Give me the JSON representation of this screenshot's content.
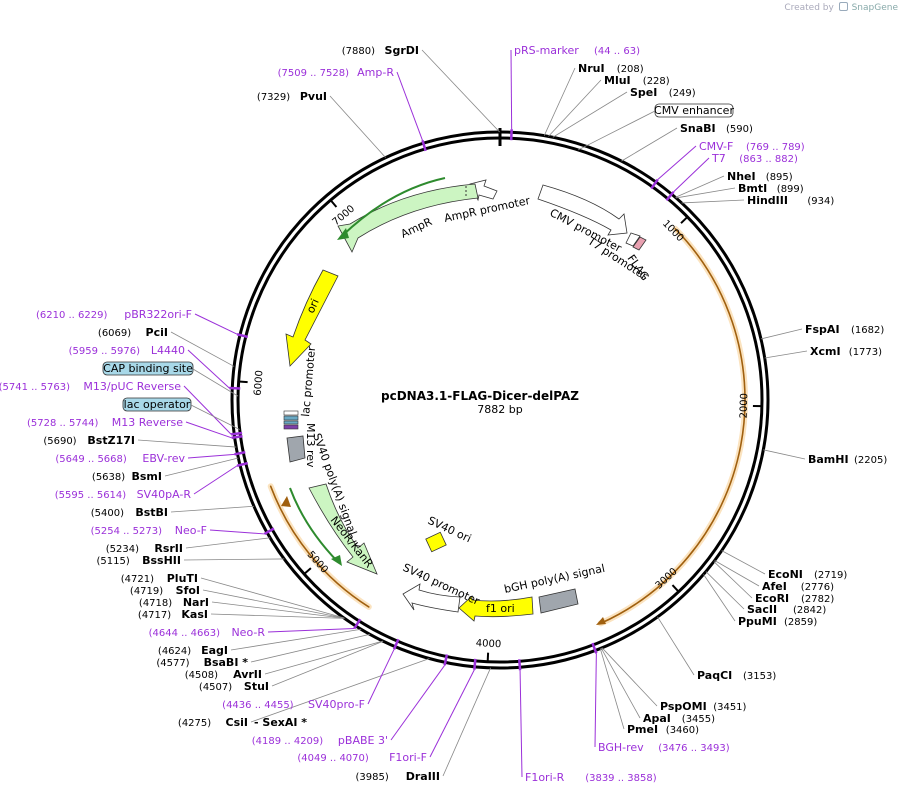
{
  "watermark": {
    "prefix": "Created by",
    "brand": "SnapGene"
  },
  "plasmid": {
    "name": "pcDNA3.1-FLAG-Dicer-delPAZ",
    "size_label": "7882 bp",
    "length": 7882
  },
  "ticks": [
    {
      "label": "1000",
      "bp": 1000
    },
    {
      "label": "2000",
      "bp": 2000
    },
    {
      "label": "3000",
      "bp": 3000
    },
    {
      "label": "4000",
      "bp": 4000
    },
    {
      "label": "5000",
      "bp": 5000
    },
    {
      "label": "6000",
      "bp": 6000
    },
    {
      "label": "7000",
      "bp": 7000
    }
  ],
  "enzymes": [
    {
      "name": "SgrDI",
      "pos": "(7880)",
      "bp": 7880
    },
    {
      "name": "NruI",
      "pos": "(208)",
      "bp": 208
    },
    {
      "name": "MluI",
      "pos": "(228)",
      "bp": 228
    },
    {
      "name": "SpeI",
      "pos": "(249)",
      "bp": 249
    },
    {
      "name": "SnaBI",
      "pos": "(590)",
      "bp": 590
    },
    {
      "name": "NheI",
      "pos": "(895)",
      "bp": 895
    },
    {
      "name": "BmtI",
      "pos": "(899)",
      "bp": 899
    },
    {
      "name": "HindIII",
      "pos": "(934)",
      "bp": 934
    },
    {
      "name": "FspAI",
      "pos": "(1682)",
      "bp": 1682
    },
    {
      "name": "XcmI",
      "pos": "(1773)",
      "bp": 1773
    },
    {
      "name": "BamHI",
      "pos": "(2205)",
      "bp": 2205
    },
    {
      "name": "EcoNI",
      "pos": "(2719)",
      "bp": 2719
    },
    {
      "name": "AfeI",
      "pos": "(2776)",
      "bp": 2776
    },
    {
      "name": "EcoRI",
      "pos": "(2782)",
      "bp": 2782
    },
    {
      "name": "SacII",
      "pos": "(2842)",
      "bp": 2842
    },
    {
      "name": "PpuMI",
      "pos": "(2859)",
      "bp": 2859
    },
    {
      "name": "PaqCI",
      "pos": "(3153)",
      "bp": 3153
    },
    {
      "name": "PspOMI",
      "pos": "(3451)",
      "bp": 3451
    },
    {
      "name": "ApaI",
      "pos": "(3455)",
      "bp": 3455
    },
    {
      "name": "PmeI",
      "pos": "(3460)",
      "bp": 3460
    },
    {
      "name": "DraIII",
      "pos": "(3985)",
      "bp": 3985
    },
    {
      "name": "CsiI",
      "pos": "(4275)",
      "bp": 4275,
      "extra": "- SexAI *"
    },
    {
      "name": "StuI",
      "pos": "(4507)",
      "bp": 4507
    },
    {
      "name": "AvrII",
      "pos": "(4508)",
      "bp": 4508
    },
    {
      "name": "BsaBI *",
      "pos": "(4577)",
      "bp": 4577
    },
    {
      "name": "EagI",
      "pos": "(4624)",
      "bp": 4624
    },
    {
      "name": "KasI",
      "pos": "(4717)",
      "bp": 4717
    },
    {
      "name": "NarI",
      "pos": "(4718)",
      "bp": 4718
    },
    {
      "name": "SfoI",
      "pos": "(4719)",
      "bp": 4719
    },
    {
      "name": "PluTI",
      "pos": "(4721)",
      "bp": 4721
    },
    {
      "name": "BssHII",
      "pos": "(5115)",
      "bp": 5115
    },
    {
      "name": "RsrII",
      "pos": "(5234)",
      "bp": 5234
    },
    {
      "name": "BstBI",
      "pos": "(5400)",
      "bp": 5400
    },
    {
      "name": "BsmI",
      "pos": "(5638)",
      "bp": 5638
    },
    {
      "name": "BstZ17I",
      "pos": "(5690)",
      "bp": 5690
    },
    {
      "name": "PciI",
      "pos": "(6069)",
      "bp": 6069
    },
    {
      "name": "PvuI",
      "pos": "(7329)",
      "bp": 7329
    }
  ],
  "primers": [
    {
      "name": "pRS-marker",
      "pos": "(44 .. 63)",
      "bp": 54
    },
    {
      "name": "CMV-F",
      "pos": "(769 .. 789)",
      "bp": 779
    },
    {
      "name": "T7",
      "pos": "(863 .. 882)",
      "bp": 872
    },
    {
      "name": "BGH-rev",
      "pos": "(3476 .. 3493)",
      "bp": 3485
    },
    {
      "name": "F1ori-R",
      "pos": "(3839 .. 3858)",
      "bp": 3848
    },
    {
      "name": "F1ori-F",
      "pos": "(4049 .. 4070)",
      "bp": 4060
    },
    {
      "name": "pBABE 3'",
      "pos": "(4189 .. 4209)",
      "bp": 4199
    },
    {
      "name": "SV40pro-F",
      "pos": "(4436 .. 4455)",
      "bp": 4445
    },
    {
      "name": "Neo-R",
      "pos": "(4644 .. 4663)",
      "bp": 4653
    },
    {
      "name": "Neo-F",
      "pos": "(5254 .. 5273)",
      "bp": 5263
    },
    {
      "name": "SV40pA-R",
      "pos": "(5595 .. 5614)",
      "bp": 5604
    },
    {
      "name": "EBV-rev",
      "pos": "(5649 .. 5668)",
      "bp": 5658
    },
    {
      "name": "M13 Reverse",
      "pos": "(5728 .. 5744)",
      "bp": 5736
    },
    {
      "name": "M13/pUC Reverse",
      "pos": "(5741 .. 5763)",
      "bp": 5752
    },
    {
      "name": "L4440",
      "pos": "(5959 .. 5976)",
      "bp": 5967
    },
    {
      "name": "pBR322ori-F",
      "pos": "(6210 .. 6229)",
      "bp": 6219
    },
    {
      "name": "Amp-R",
      "pos": "(7509 .. 7528)",
      "bp": 7518
    }
  ],
  "boxed_features": [
    {
      "label": "CMV enhancer",
      "bp": 380,
      "style": "white"
    },
    {
      "label": "CAP binding site",
      "bp": 5930,
      "style": "blue"
    },
    {
      "label": "lac operator",
      "bp": 5770,
      "style": "blue"
    }
  ],
  "features": {
    "ampr_promoter": "AmpR promoter",
    "ampr": "AmpR",
    "ori": "ori",
    "lac_promoter": "lac promoter",
    "m13_rev": "M13 rev",
    "sv40_polya": "SV40 poly(A) signal",
    "neor": "NeoR/KanR",
    "sv40_promoter": "SV40 promoter",
    "sv40_ori": "SV40 ori",
    "f1_ori": "f1 ori",
    "bgh": "bGH poly(A) signal",
    "cmv_promoter": "CMV promoter",
    "t7_promoter": "T7 promoter",
    "flag": "FLAG"
  },
  "colors": {
    "primer": "#9b30d9",
    "ori": "#ffff00",
    "ampr": "#ccf5c2",
    "gray": "#a0a6ad",
    "orf": "#f0a04b",
    "box_blue": "#a8d8e8"
  }
}
